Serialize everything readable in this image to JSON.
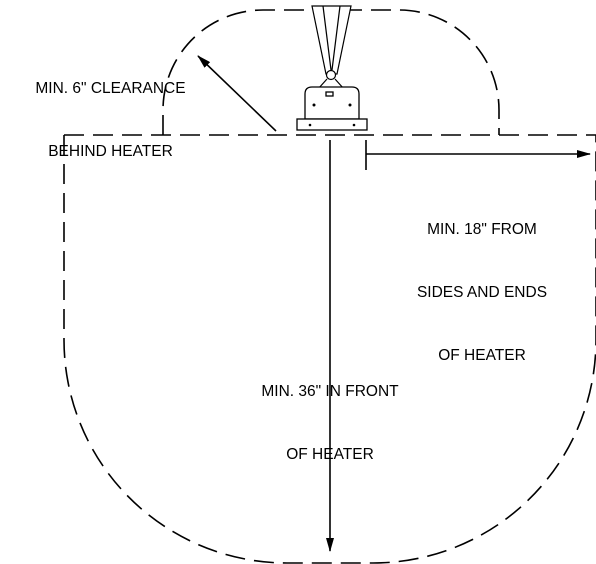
{
  "labels": {
    "rear": [
      "MIN. 6\" CLEARANCE",
      "BEHIND HEATER"
    ],
    "side": [
      "MIN. 18\" FROM",
      "SIDES AND ENDS",
      "OF HEATER"
    ],
    "front": [
      "MIN. 36\" IN FRONT",
      "OF HEATER"
    ]
  },
  "colors": {
    "line": "#000000",
    "background": "#ffffff"
  }
}
